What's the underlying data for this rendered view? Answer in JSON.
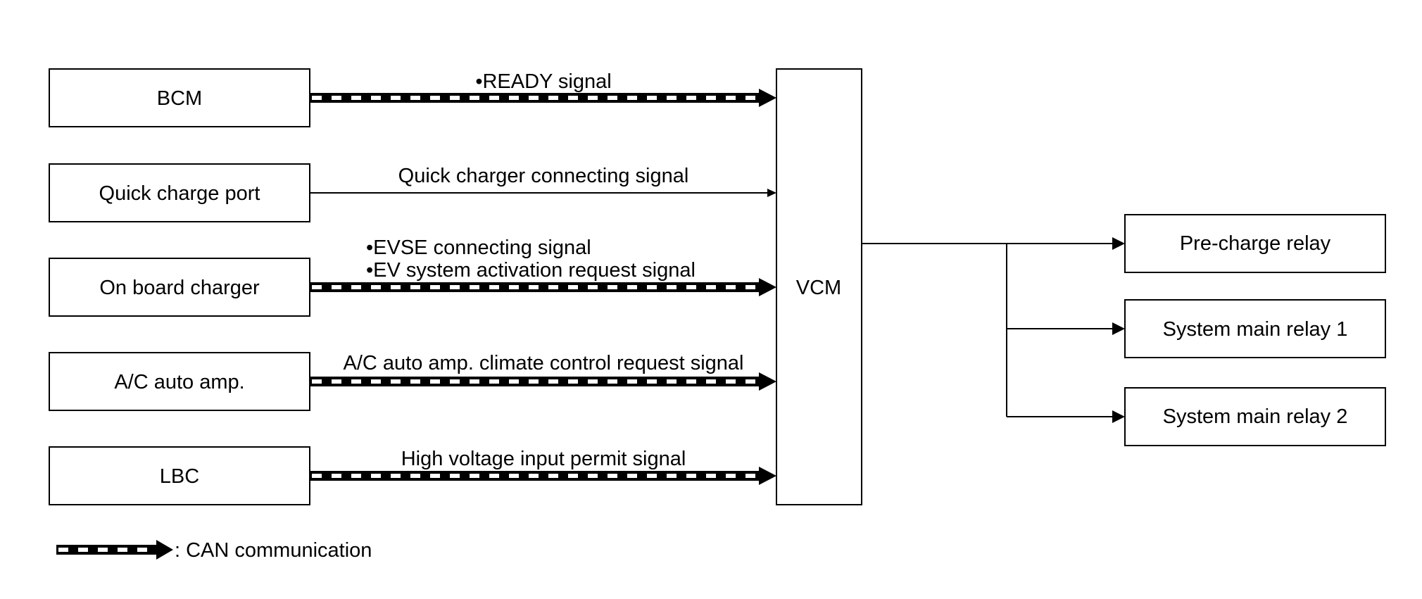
{
  "inputs": [
    {
      "label": "BCM",
      "signals": [
        "•READY signal"
      ],
      "link": "can"
    },
    {
      "label": "Quick charge port",
      "signals": [
        "Quick charger connecting signal"
      ],
      "link": "wire"
    },
    {
      "label": "On board charger",
      "signals": [
        "•EVSE connecting signal",
        "•EV system activation request signal"
      ],
      "link": "can"
    },
    {
      "label": "A/C auto amp.",
      "signals": [
        "A/C auto amp. climate control request signal"
      ],
      "link": "can"
    },
    {
      "label": "LBC",
      "signals": [
        "High voltage input permit signal"
      ],
      "link": "can"
    }
  ],
  "vcm": {
    "label": "VCM"
  },
  "outputs": [
    {
      "label": "Pre-charge relay"
    },
    {
      "label": "System main relay 1"
    },
    {
      "label": "System main relay 2"
    }
  ],
  "legend": {
    "label": ": CAN communication"
  },
  "colors": {
    "line": "#000000",
    "background": "#ffffff"
  }
}
